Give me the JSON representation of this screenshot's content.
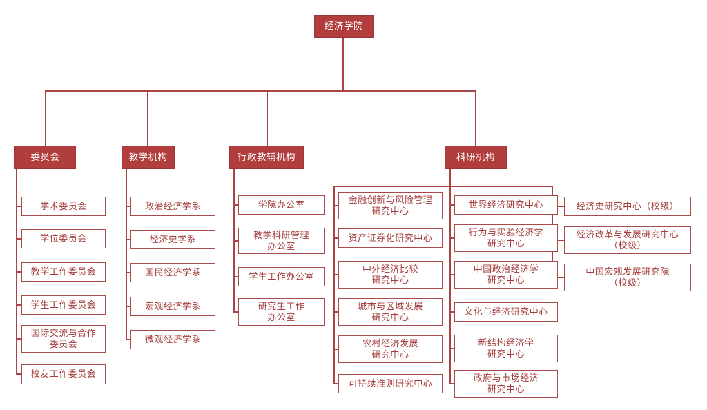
{
  "palette": {
    "node_fill": "#b23d3d",
    "node_fill_border": "#9c3434",
    "node_fill_text": "#ffffff",
    "outline_border": "#a94a4a",
    "outline_text": "#a43c3c",
    "connector": "#a94444",
    "background": "#ffffff"
  },
  "tree": {
    "root": {
      "label": "经济学院"
    },
    "branches": [
      {
        "label": "委员会",
        "children": [
          "学术委员会",
          "学位委员会",
          "教学工作委员会",
          "学生工作委员会",
          "国际交流与合作\n委员会",
          "校友工作委员会"
        ]
      },
      {
        "label": "教学机构",
        "children": [
          "政治经济学系",
          "经济史学系",
          "国民经济学系",
          "宏观经济学系",
          "微观经济学系"
        ]
      },
      {
        "label": "行政教辅机构",
        "children": [
          "学院办公室",
          "教学科研管理\n办公室",
          "学生工作办公室",
          "研究生工作\n办公室"
        ]
      },
      {
        "label": "科研机构",
        "children_columns": [
          [
            "金融创新与风险管理\n研究中心",
            "资产证券化研究中心",
            "中外经济比较\n研究中心",
            "城市与区域发展\n研究中心",
            "农村经济发展\n研究中心",
            "可持续准则研究中心"
          ],
          [
            "世界经济研究中心",
            "行为与实验经济学\n研究中心",
            "中国政治经济学\n研究中心",
            "文化与经济研究中心",
            "新结构经济学\n研究中心",
            "政府与市场经济\n研究中心"
          ],
          [
            "经济史研究中心（校级）",
            "经济改革与发展研究中心\n（校级）",
            "中国宏观发展研究院\n（校级）"
          ]
        ]
      }
    ]
  }
}
